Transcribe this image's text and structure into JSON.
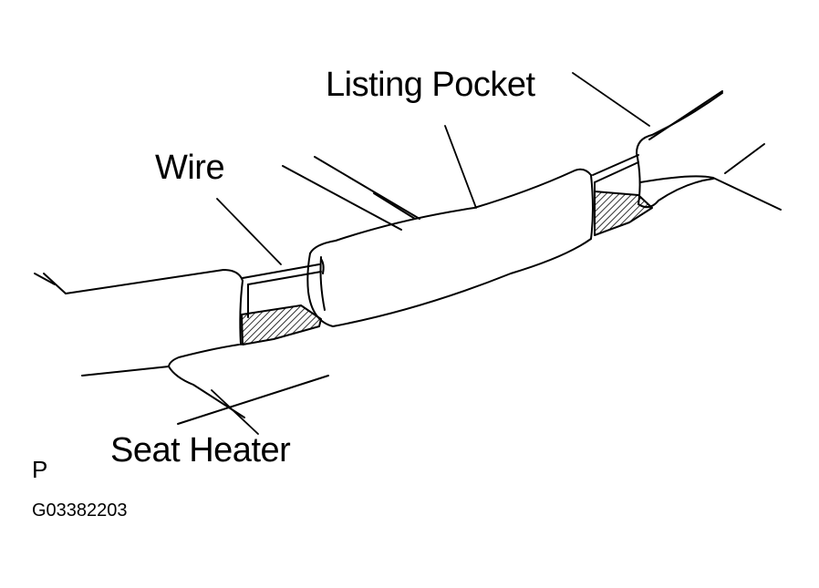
{
  "labels": {
    "listing_pocket": "Listing Pocket",
    "wire": "Wire",
    "seat_heater": "Seat Heater",
    "corner_mark": "P",
    "figure_id": "G03382203"
  },
  "colors": {
    "ink": "#000000",
    "paper": "#ffffff"
  }
}
